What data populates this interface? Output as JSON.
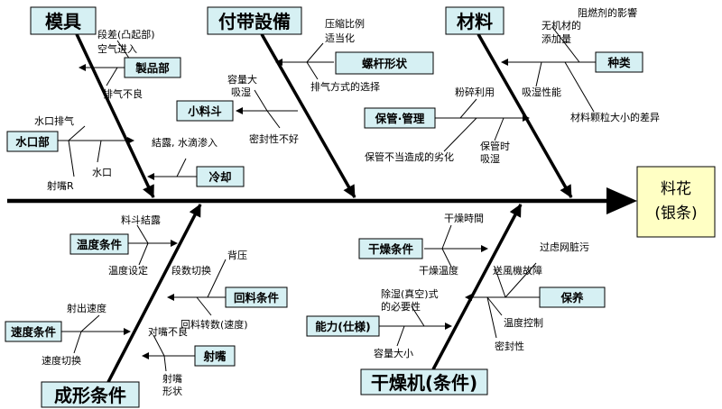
{
  "effect": {
    "line1": "料花",
    "line2": "(银条)"
  },
  "categories": {
    "mold": "模具",
    "fixture": "付带設備",
    "material": "材料",
    "molding": "成形条件",
    "dryer": "干燥机(条件)"
  },
  "sub": {
    "product_part": "製品部",
    "water_part": "水口部",
    "small_hopper": "小料斗",
    "cooling": "冷却",
    "screw_shape": "螺杆形状",
    "pipe_mgmt": "保管·管理",
    "kind": "种类",
    "temp_cond": "温度条件",
    "speed_cond": "速度条件",
    "recycle_cond": "回料条件",
    "nozzle": "射嘴",
    "dry_cond": "干燥条件",
    "capacity": "能力(仕様)",
    "maintenance": "保养"
  },
  "labels": {
    "step_gap": "段差(凸起部)",
    "air_enter": "空气进入",
    "exhaust_bad": "排气不良",
    "gate_vent": "水口排气",
    "gate": "水口",
    "nozzle_r": "射嘴R",
    "cap_large": "容量大",
    "moisture_abs": "吸湿",
    "seal_bad": "密封性不好",
    "dew_drip": "結露, 水滴渗入",
    "comp_ratio": "压縮比例",
    "suitable": "适当化",
    "vent_select": "排气方式的选择",
    "pulverize": "粉碎利用",
    "storage_bad": "保管不当造成的劣化",
    "storage_moist": "保管时",
    "storage_moist2": "吸湿",
    "flame_ret": "阻燃剂的影響",
    "inorganic": "无机材的",
    "add_amount": "添加量",
    "hygro": "吸湿性能",
    "particle": "材料颗粒大小的差异",
    "hopper_dew": "料斗結露",
    "temp_set": "温度设定",
    "inj_speed": "射出速度",
    "speed_switch": "速度切换",
    "back_press": "背压",
    "stage_switch": "段数切换",
    "recycle_speed": "回料转数(速度)",
    "nozzle_bad": "对嘴不良",
    "nozzle_shape1": "射嘴",
    "nozzle_shape2": "形状",
    "dry_time": "干燥時間",
    "dry_temp": "干燥温度",
    "dehum1": "除湿(真空)式",
    "dehum2": "的必要性",
    "cap_size": "容量大小",
    "filter_dirty": "过虑网脏污",
    "blower_fault": "送風機故障",
    "temp_ctrl": "温度控制",
    "sealing": "密封性"
  }
}
